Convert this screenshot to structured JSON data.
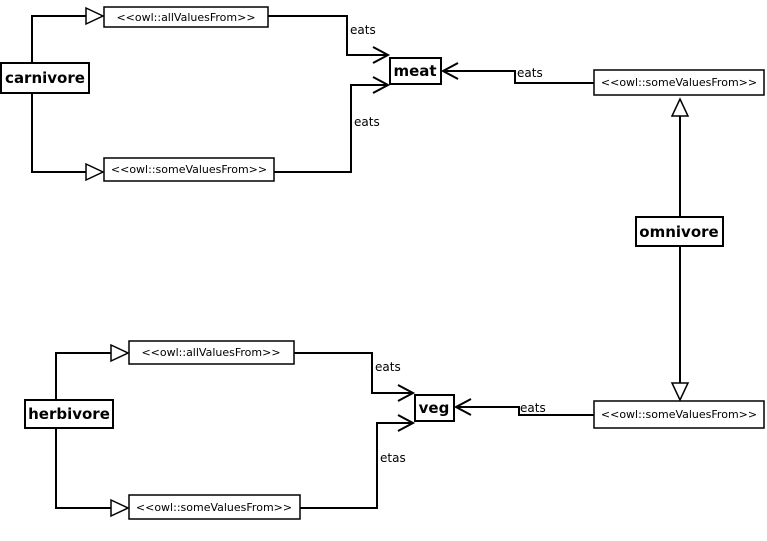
{
  "classes": {
    "carnivore": "carnivore",
    "meat": "meat",
    "omnivore": "omnivore",
    "herbivore": "herbivore",
    "veg": "veg"
  },
  "restrictions": {
    "carnivore_all": "<<owl::allValuesFrom>>",
    "carnivore_some": "<<owl::someValuesFrom>>",
    "omnivore_meat_some": "<<owl::someValuesFrom>>",
    "herbivore_all": "<<owl::allValuesFrom>>",
    "herbivore_some": "<<owl::someValuesFrom>>",
    "omnivore_veg_some": "<<owl::someValuesFrom>>"
  },
  "edges": {
    "carnivore_all_eats": "eats",
    "carnivore_some_eats": "eats",
    "omnivore_meat_eats": "eats",
    "herbivore_all_eats": "eats",
    "herbivore_some_etas": "etas",
    "omnivore_veg_eats": "eats"
  }
}
